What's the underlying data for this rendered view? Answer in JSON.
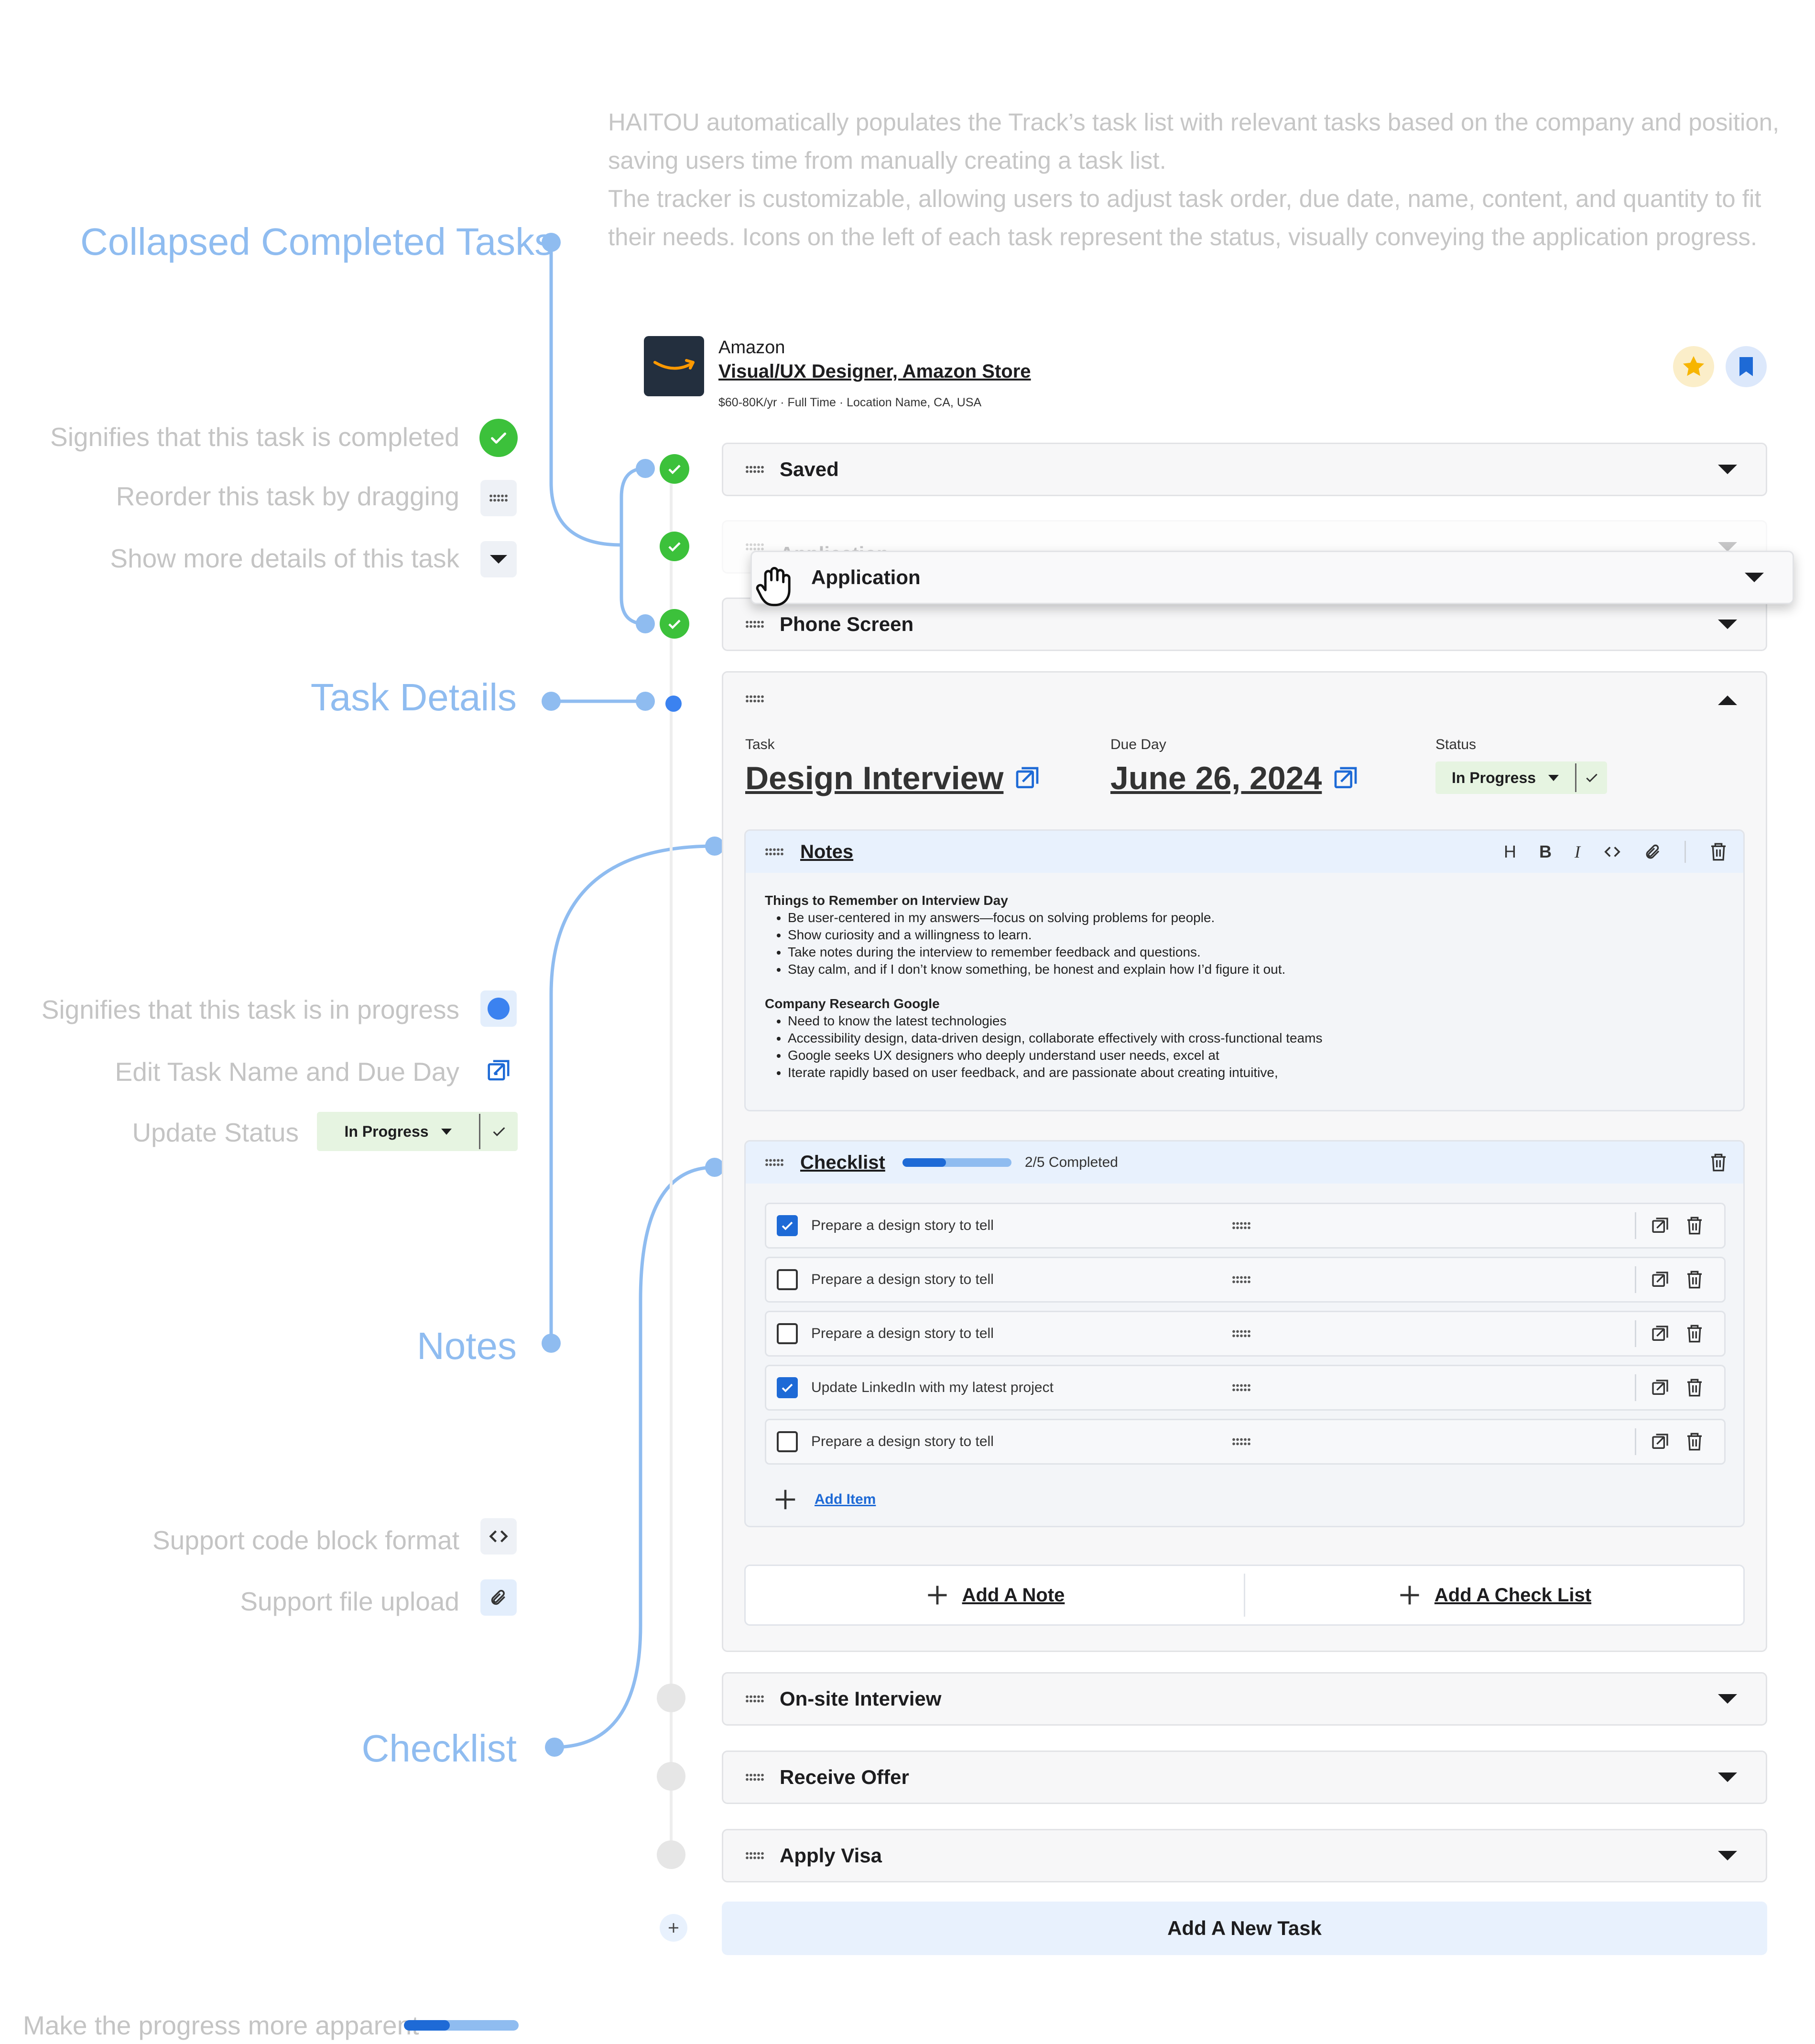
{
  "intro": {
    "line1": "HAITOU automatically populates the Track’s task list with relevant tasks based on the company and position,",
    "line2": "saving users time from manually creating a task list.",
    "line3": "The tracker is customizable, allowing users to adjust task order, due date, name, content, and quantity to fit",
    "line4": "their needs.  Icons on the left of each task represent the status, visually conveying the application progress."
  },
  "annotations": {
    "collapsed_title": "Collapsed Completed Tasks",
    "completed": "Signifies that this task is completed",
    "reorder": "Reorder this task by dragging",
    "show_more": "Show more details of this task",
    "details_title": "Task Details",
    "in_progress": "Signifies that this task is in progress",
    "edit_task": "Edit Task Name and Due Day",
    "update_status": "Update Status",
    "notes_title": "Notes",
    "code_block": "Support code block format",
    "file_upload": "Support file upload",
    "checklist_title": "Checklist",
    "progress": "Make the progress more apparent"
  },
  "job": {
    "company": "Amazon",
    "title": "Visual/UX Designer, Amazon Store",
    "meta": "$60-80K/yr · Full Time · Location Name, CA, USA"
  },
  "tasks": {
    "saved": "Saved",
    "application_ghost": "Application",
    "application": "Application",
    "phone": "Phone Screen",
    "onsite": "On-site Interview",
    "offer": "Receive Offer",
    "visa": "Apply Visa",
    "add_task": "Add A New Task"
  },
  "detail": {
    "task_label": "Task",
    "task_value": "Design Interview",
    "due_label": "Due Day",
    "due_value": "June 26, 2024",
    "status_label": "Status",
    "status_value": "In Progress"
  },
  "notes": {
    "title": "Notes",
    "toolbar": [
      "H",
      "B",
      "I"
    ],
    "heading1": "Things to Remember on Interview Day",
    "items1": [
      "Be user-centered in my answers—focus on solving problems for people.",
      "Show curiosity and a willingness to learn.",
      "Take notes during the interview to remember feedback and questions.",
      "Stay calm, and if I don’t know something, be honest and explain how I’d figure it out."
    ],
    "heading2": "Company Research Google",
    "items2": [
      "Need to know the latest technologies",
      "Accessibility design, data-driven design, collaborate effectively with cross-functional teams",
      "Google seeks UX designers who deeply understand user needs, excel at",
      "Iterate rapidly based on user feedback, and are passionate about creating intuitive,"
    ]
  },
  "checklist": {
    "title": "Checklist",
    "progress_text": "2/5 Completed",
    "progress": 0.4,
    "items": [
      {
        "label": "Prepare a design story to tell",
        "checked": true
      },
      {
        "label": "Prepare a design story to tell",
        "checked": false
      },
      {
        "label": "Prepare a design story to tell",
        "checked": false
      },
      {
        "label": "Update LinkedIn with my latest project",
        "checked": true
      },
      {
        "label": "Prepare a design story to tell",
        "checked": false
      }
    ],
    "add_item": "Add Item"
  },
  "actions": {
    "add_note": "Add A Note",
    "add_checklist": "Add A Check List"
  },
  "colors": {
    "accent": "#1e6ad6",
    "annotation_blue": "#8fbcf0",
    "completed_green": "#3cc13b",
    "status_green_bg": "#e6f4e1",
    "panel_blue": "#e8f1fd"
  }
}
